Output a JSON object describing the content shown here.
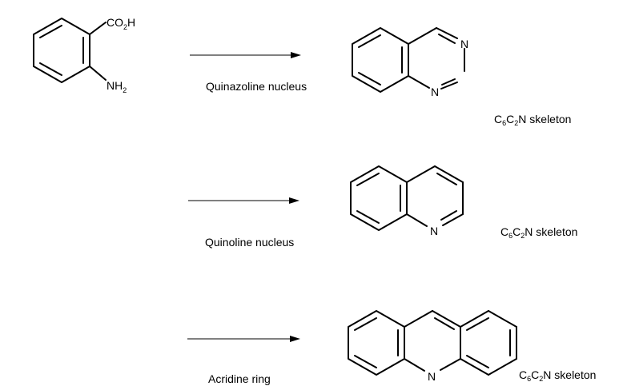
{
  "starting_material": {
    "substituent_top": "CO",
    "substituent_top_sub": "2",
    "substituent_top_end": "H",
    "substituent_bottom": "NH",
    "substituent_bottom_sub": "2"
  },
  "products": [
    {
      "name": "Quinazoline nucleus",
      "atoms": [
        "N",
        "N"
      ],
      "skeleton": {
        "a": "C",
        "a_sub": "6",
        "b": "C",
        "b_sub": "2",
        "c": "N skeleton"
      }
    },
    {
      "name": "Quinoline nucleus",
      "atoms": [
        "N"
      ],
      "skeleton": {
        "a": "C",
        "a_sub": "6",
        "b": "C",
        "b_sub": "2",
        "c": "N skeleton"
      }
    },
    {
      "name": "Acridine ring",
      "atoms": [
        "N"
      ],
      "skeleton": {
        "a": "C",
        "a_sub": "6",
        "b": "C",
        "b_sub": "2",
        "c": "N skeleton"
      }
    }
  ]
}
